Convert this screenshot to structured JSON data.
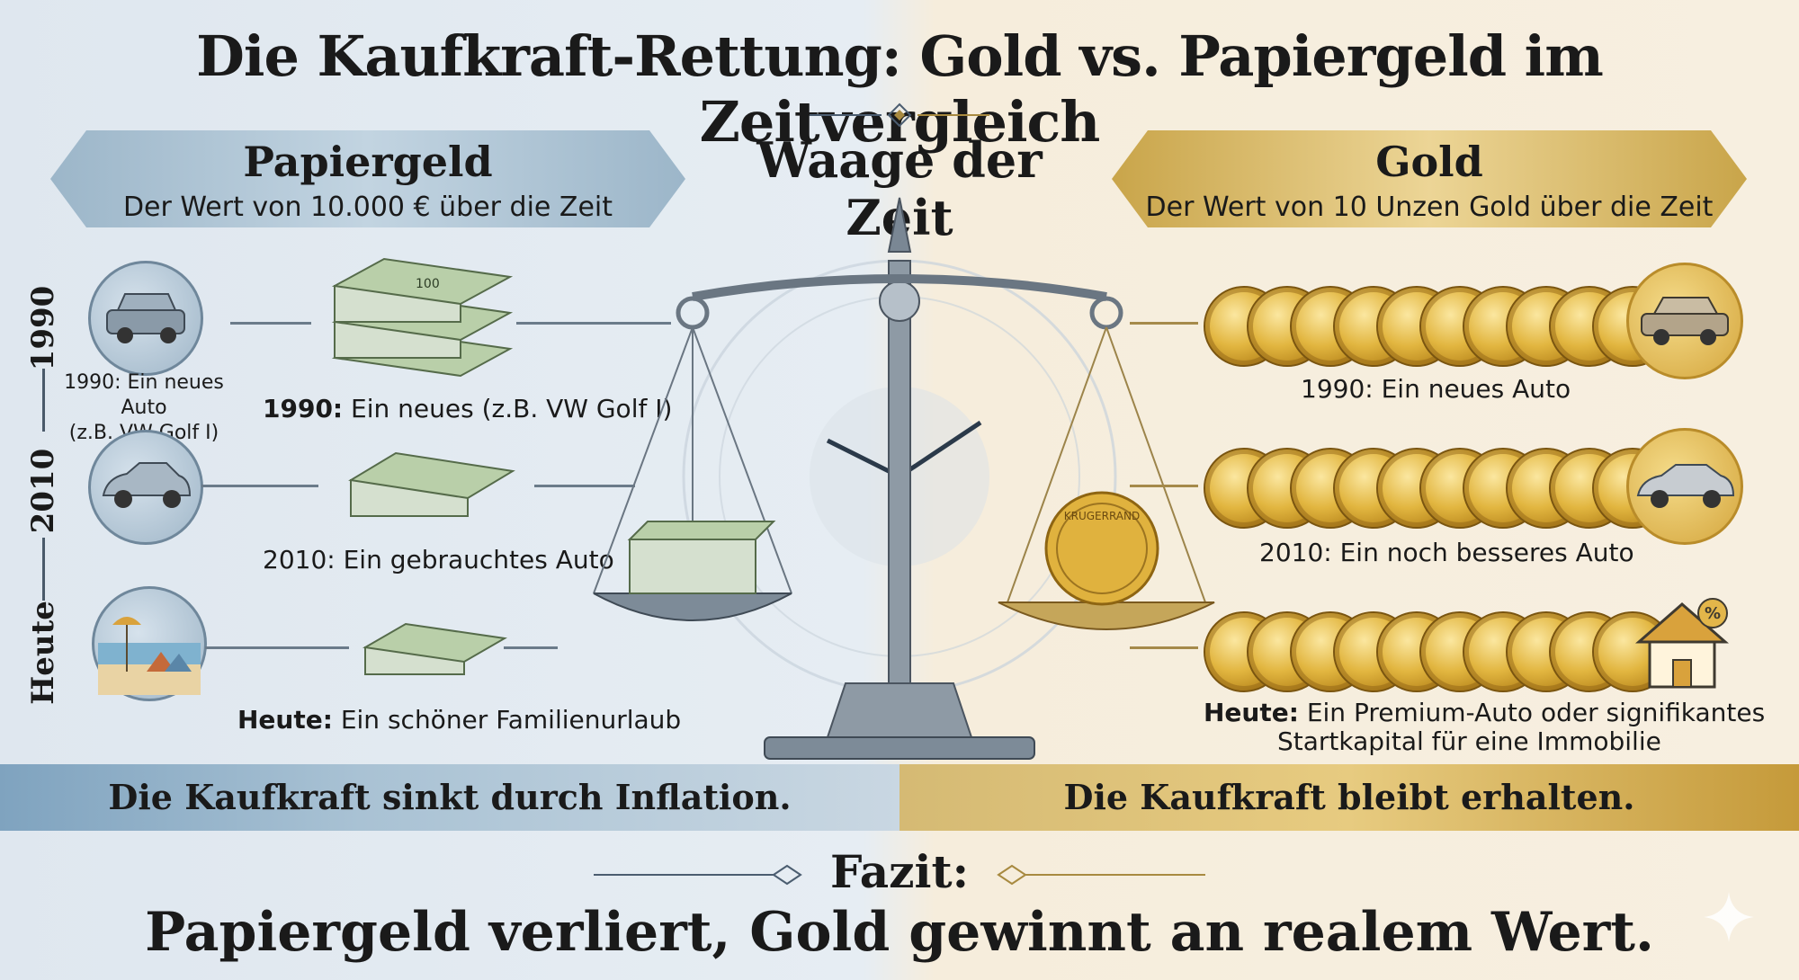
{
  "title": "Die Kaufkraft-Rettung: Gold vs. Papiergeld im Zeitvergleich",
  "scale_title": "Waage der Zeit",
  "paper": {
    "heading": "Papiergeld",
    "subheading": "Der Wert von 10.000 € über die Zeit",
    "rows": [
      {
        "year": "1990",
        "icon_label": "1990: Ein neues Auto\n(z.B. VW Golf I)",
        "caption_bold": "1990:",
        "caption": " Ein neues (z.B. VW Golf I)",
        "icon": "car-icon"
      },
      {
        "year": "2010",
        "caption_bold": "",
        "caption": "2010: Ein gebrauchtes Auto",
        "icon": "car-icon"
      },
      {
        "year": "Heute",
        "caption_bold": "Heute:",
        "caption": " Ein schöner Familienurlaub",
        "icon": "beach-vacation-icon"
      }
    ],
    "conclusion": "Die Kaufkraft sinkt durch Inflation."
  },
  "gold": {
    "heading": "Gold",
    "subheading": "Der Wert von 10 Unzen Gold über die Zeit",
    "rows": [
      {
        "caption_bold": "",
        "caption": "1990: Ein neues Auto",
        "icon": "car-icon",
        "coins": 10
      },
      {
        "caption_bold": "",
        "caption": "2010: Ein noch besseres Auto",
        "icon": "car-icon",
        "coins": 10
      },
      {
        "caption_bold": "Heute:",
        "caption": " Ein Premium-Auto oder signifikantes",
        "caption_line2": "Startkapital für eine Immobilie",
        "icon": "house-icon",
        "coins": 10
      }
    ],
    "conclusion": "Die Kaufkraft bleibt erhalten."
  },
  "coin_label": "KRUGERRAND",
  "banknote_label": "100",
  "fazit": "Fazit:",
  "final": "Papiergeld verliert, Gold gewinnt an realem Wert.",
  "colors": {
    "paper_accent": "#9cb6c9",
    "gold_accent": "#d4a53c"
  }
}
